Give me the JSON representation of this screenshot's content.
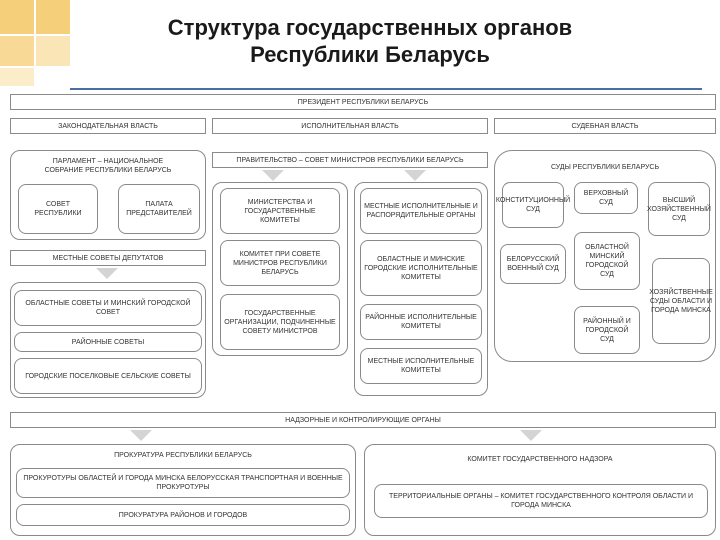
{
  "title": {
    "line1": "Структура государственных органов",
    "line2": "Республики Беларусь"
  },
  "boxes": {
    "president": "ПРЕЗИДЕНТ РЕСПУБЛИКИ БЕЛАРУСЬ",
    "legislative": "ЗАКОНОДАТЕЛЬНАЯ ВЛАСТЬ",
    "executive": "ИСПОЛНИТЕЛЬНАЯ ВЛАСТЬ",
    "judicial": "СУДЕБНАЯ ВЛАСТЬ",
    "parliament": "ПАРЛАМЕНТ – НАЦИОНАЛЬНОЕ СОБРАНИЕ РЕСПУБЛИКИ БЕЛАРУСЬ",
    "council_republic": "СОВЕТ РЕСПУБЛИКИ",
    "house_representatives": "ПАЛАТА ПРЕДСТАВИТЕЛЕЙ",
    "government": "ПРАВИТЕЛЬСТВО – СОВЕТ МИНИСТРОВ РЕСПУБЛИКИ БЕЛАРУСЬ",
    "ministries": "МИНИСТЕРСТВА И ГОСУДАРСТВЕННЫЕ КОМИТЕТЫ",
    "committee_council": "КОМИТЕТ ПРИ СОВЕТЕ МИНИСТРОВ РЕСПУБЛИКИ БЕЛАРУСЬ",
    "state_orgs": "ГОСУДАРСТВЕННЫЕ ОРГАНИЗАЦИИ, ПОДЧИНЕННЫЕ СОВЕТУ МИНИСТРОВ",
    "local_exec": "МЕСТНЫЕ ИСПОЛНИТЕЛЬНЫЕ И РАСПОРЯДИТЕЛЬНЫЕ ОРГАНЫ",
    "regional_minsk": "ОБЛАСТНЫЕ И МИНСКИЕ ГОРОДСКИЕ ИСПОЛНИТЕЛЬНЫЕ КОМИТЕТЫ",
    "district_exec": "РАЙОННЫЕ ИСПОЛНИТЕЛЬНЫЕ КОМИТЕТЫ",
    "local_exec_committees": "МЕСТНЫЕ ИСПОЛНИТЕЛЬНЫЕ КОМИТЕТЫ",
    "local_councils": "МЕСТНЫЕ СОВЕТЫ ДЕПУТАТОВ",
    "regional_councils": "ОБЛАСТНЫЕ СОВЕТЫ И МИНСКИЙ ГОРОДСКОЙ СОВЕТ",
    "district_councils": "РАЙОННЫЕ СОВЕТЫ",
    "city_councils": "ГОРОДСКИЕ ПОСЕЛКОВЫЕ СЕЛЬСКИЕ СОВЕТЫ",
    "courts": "СУДЫ РЕСПУБЛИКИ БЕЛАРУСЬ",
    "constitutional": "КОНСТИТУЦИОННЫЙ СУД",
    "supreme": "ВЕРХОВНЫЙ СУД",
    "supreme_economic": "ВЫСШИЙ ХОЗЯЙСТВЕННЫЙ СУД",
    "military": "БЕЛОРУССКИЙ ВОЕННЫЙ СУД",
    "regional_city_court": "ОБЛАСТНОЙ МИНСКИЙ ГОРОДСКОЙ СУД",
    "district_city_court": "РАЙОННЫЙ И ГОРОДСКОЙ СУД",
    "economic_courts": "ХОЗЯЙСТВЕННЫЕ СУДЫ ОБЛАСТИ И ГОРОДА МИНСКА",
    "supervisory": "НАДЗОРНЫЕ И КОНТРОЛИРУЮЩИЕ ОРГАНЫ",
    "prosecutor": "ПРОКУРАТУРА РЕСПУБЛИКИ БЕЛАРУСЬ",
    "prosecutor_regions": "ПРОКУРОТУРЫ ОБЛАСТЕЙ И ГОРОДА МИНСКА БЕЛОРУССКАЯ ТРАНСПОРТНАЯ И ВОЕННЫЕ ПРОКУРОТУРЫ",
    "prosecutor_districts": "ПРОКУРАТУРА РАЙОНОВ И ГОРОДОВ",
    "state_control": "КОМИТЕТ ГОСУДАРСТВЕННОГО НАДЗОРА",
    "territorial": "ТЕРРИТОРИАЛЬНЫЕ ОРГАНЫ – КОМИТЕТ ГОСУДАРСТВЕННОГО КОНТРОЛЯ ОБЛАСТИ И ГОРОДА МИНСКА"
  },
  "colors": {
    "accent_bar": "#f6cf7a",
    "title_line": "#4a6fa5",
    "box_border": "#8a8a8a",
    "arrow": "#d4d4d4"
  }
}
